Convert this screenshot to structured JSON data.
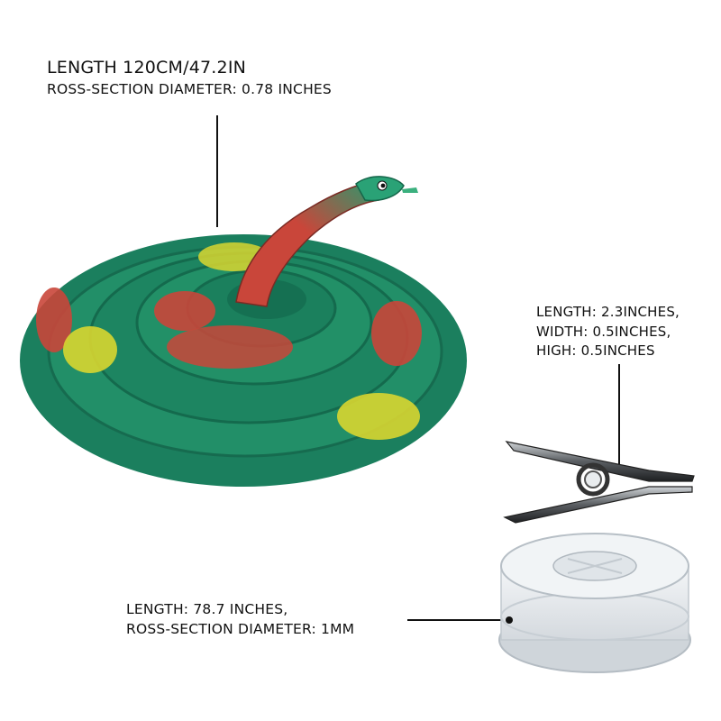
{
  "snake": {
    "length_label": "LENGTH 120CM/47.2IN",
    "diameter_label": "ROSS-SECTION DIAMETER: 0.78 INCHES"
  },
  "clip": {
    "length_label": "LENGTH: 2.3INCHES,",
    "width_label": "WIDTH: 0.5INCHES,",
    "high_label": "HIGH: 0.5INCHES"
  },
  "fishing_line": {
    "length_label": "LENGTH: 78.7 INCHES,",
    "diameter_label": "ROSS-SECTION DIAMETER: 1MM"
  },
  "colors": {
    "snake_green": "#1f8f6a",
    "snake_red": "#c9463a",
    "snake_yellow": "#d8d630",
    "clip_metal": "#3a3a3a",
    "spool": "#e8ecef"
  }
}
